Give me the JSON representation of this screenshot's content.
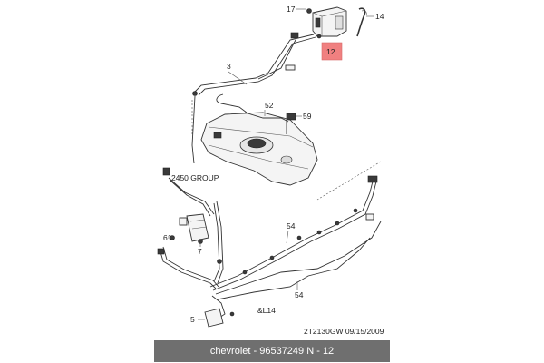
{
  "callouts": {
    "c17": "17",
    "c14": "14",
    "c12": "12",
    "c3": "3",
    "c52": "52",
    "c59": "59",
    "group2450": "2450 GROUP",
    "c54a": "54",
    "c61": "61",
    "c7": "7",
    "c54b": "54",
    "l14": "&L14",
    "c5": "5"
  },
  "highlight": {
    "part": "12",
    "color": "#f08080"
  },
  "diagram_code": "2T2130GW 09/15/2009",
  "caption": "chevrolet - 96537249     N - 12"
}
